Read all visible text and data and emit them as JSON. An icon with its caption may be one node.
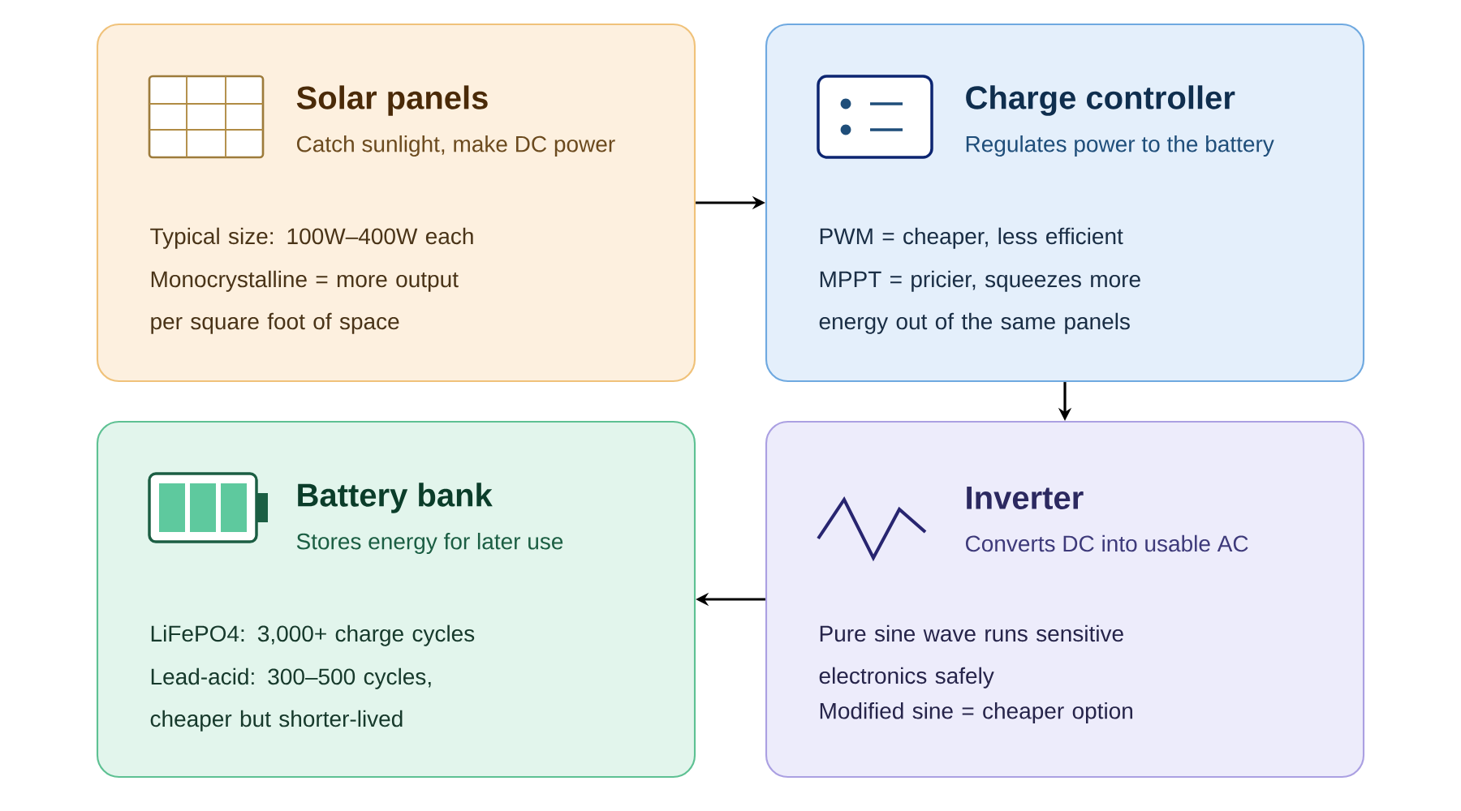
{
  "diagram": {
    "nodes": [
      {
        "text": [
          "Solar panels",
          "Catch sunlight, make DC power",
          "Typical size: 100W–400W each",
          "Monocrystalline = more output per square foot of space"
        ]
      },
      {
        "text": [
          "Charge controller",
          "Regulates power to the battery",
          "PWM = cheaper, less efficient",
          "MPPT = pricier, squeezes more energy out of the same panels"
        ]
      },
      {
        "text": [
          "Battery bank",
          "Stores energy for later use",
          "LiFePO4: 3,000+ charge cycles",
          "Lead-acid: 300–500 cycles, cheaper but shorter-lived"
        ]
      },
      {
        "text": [
          "Inverter",
          "Converts DC into usable AC",
          "Pure sine wave runs sensitive electronics safely",
          "Modified sine = cheaper option"
        ]
      }
    ],
    "edges": [
      {
        "from": 0,
        "to": 1,
        "arrow": "to"
      },
      {
        "from": 1,
        "to": 3,
        "arrow": "to"
      },
      {
        "from": 3,
        "to": 2,
        "arrow": "to"
      }
    ]
  }
}
